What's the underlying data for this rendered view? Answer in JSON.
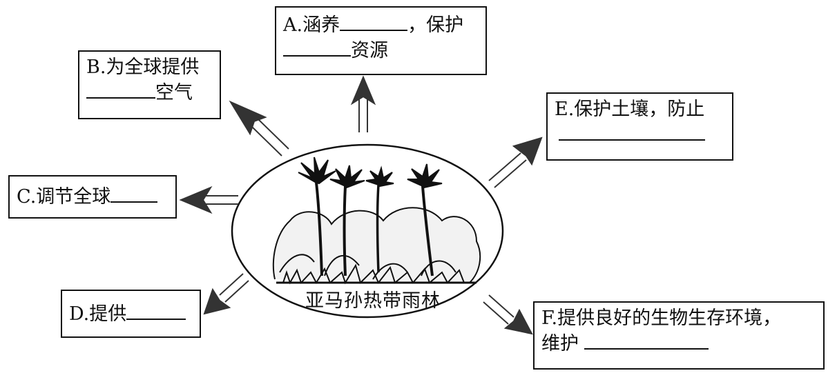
{
  "center_label": "亚马孙热带雨林",
  "boxes": {
    "a": {
      "line1_prefix": "A.涵养",
      "line1_suffix": "，保护",
      "line2_suffix": "资源"
    },
    "b": {
      "line1": "B.为全球提供",
      "line2_suffix": "空气"
    },
    "c": {
      "line1_prefix": "C.调节全球"
    },
    "d": {
      "line1_prefix": "D.提供"
    },
    "e": {
      "line1": "E.保护土壤，防止"
    },
    "f": {
      "line1": "F.提供良好的生物生存环境，",
      "line2_prefix": "维护"
    }
  },
  "colors": {
    "ink": "#111111",
    "paper": "#ffffff"
  }
}
